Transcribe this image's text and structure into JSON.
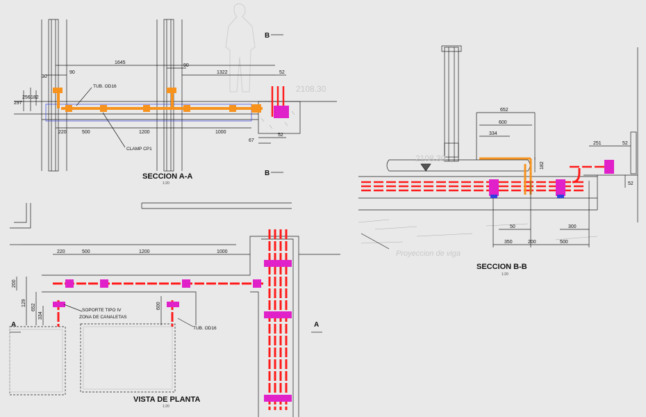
{
  "views": {
    "section_aa": {
      "title": "SECCION A-A",
      "scale": "1:20",
      "labels": {
        "tube": "TUB. OD16",
        "clamp": "CLAMP CP1",
        "level": "2108.30",
        "cut_b": "B"
      },
      "dims": {
        "d1645": "1645",
        "d90a": "90",
        "d30": "30",
        "d90b": "90",
        "d1322": "1322",
        "d52a": "52",
        "d297": "297",
        "d256": "256",
        "d182": "182",
        "d220": "220",
        "d500": "500",
        "d1200": "1200",
        "d1000": "1000",
        "d67": "67",
        "d52b": "52"
      }
    },
    "section_bb": {
      "title": "SECCION B-B",
      "scale": "1:20",
      "labels": {
        "level": "2108.30",
        "projection": "Proyeccion de viga"
      },
      "dims": {
        "d652": "652",
        "d600": "600",
        "d334": "334",
        "d182": "182",
        "d251": "251",
        "d52a": "52",
        "d52b": "52",
        "d50": "50",
        "d300": "300",
        "d350": "350",
        "d200": "200",
        "d500": "500"
      }
    },
    "plan": {
      "title": "VISTA DE PLANTA",
      "scale": "1:20",
      "labels": {
        "support": "SOPORTE TIPO IV",
        "zone": "ZONA DE CANALETAS",
        "tube": "TUB. OD16",
        "cut_a": "A"
      },
      "dims": {
        "d220": "220",
        "d500": "500",
        "d1200": "1200",
        "d1000": "1000",
        "d200": "200",
        "d129": "129",
        "d652": "652",
        "d334": "334",
        "d600": "600"
      }
    }
  },
  "colors": {
    "background": "#e9e9e9",
    "line": "#1a1a1a",
    "pipe_orange": "#f7921d",
    "pipe_red": "#ff1a1a",
    "support_magenta": "#e020c8",
    "support_blue": "#3040e0",
    "ghost": "#c8c8c8"
  }
}
